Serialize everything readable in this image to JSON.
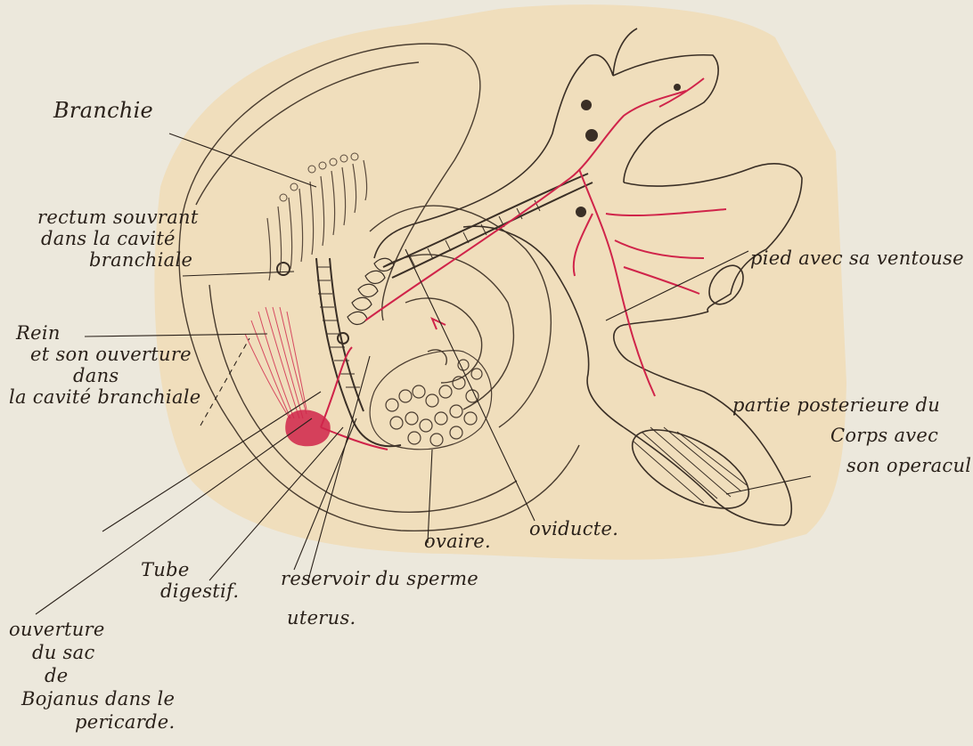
{
  "colors": {
    "paper": "#ece8dc",
    "stain": "#f0dcb8",
    "ink": "#3a2f26",
    "red": "#d0244a"
  },
  "labels": {
    "branchie": "Branchie",
    "rectum": [
      "rectum souvrant",
      "dans la cavité",
      "branchiale"
    ],
    "rein": [
      "Rein",
      "et son ouverture",
      "dans",
      "la cavité branchiale"
    ],
    "pied": "pied avec sa ventouse",
    "partie": [
      "partie posterieure du",
      "Corps avec",
      "son operacul"
    ],
    "tube": [
      "Tube",
      "digestif."
    ],
    "reservoir": "reservoir du sperme",
    "uterus": "uterus.",
    "ovaire": "ovaire.",
    "oviducte": "oviducte.",
    "ouverture": [
      "ouverture",
      "du sac",
      "de",
      "Bojanus dans le",
      "pericarde."
    ]
  }
}
